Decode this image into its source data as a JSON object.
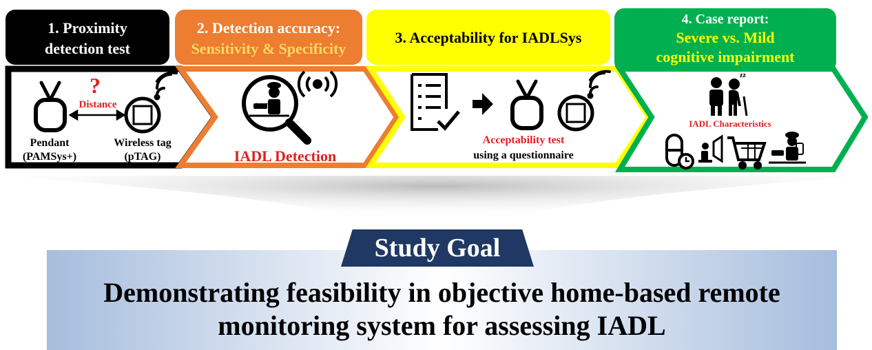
{
  "steps": [
    {
      "title_line1": "1. Proximity",
      "title_line2": "detection test",
      "title_line2_color": "#ffffff",
      "question_mark": "?",
      "distance_label": "Distance",
      "pendant_label_line1": "Pendant",
      "pendant_label_line2": "(PAMSys+)",
      "tag_label_line1": "Wireless tag",
      "tag_label_line2": "(pTAG)",
      "header_color": "#000000",
      "border_color": "#000000"
    },
    {
      "title_line1": "2. Detection accuracy:",
      "title_line2": "Sensitivity & Specificity",
      "title_line2_color": "#ffd966",
      "caption": "IADL Detection",
      "caption_color": "#e02020",
      "header_color": "#ed7d31",
      "border_color": "#ed7d31"
    },
    {
      "title_line1": "3. Acceptability for IADLSys",
      "caption_line1": "Acceptability test",
      "caption_line2": "using a questionnaire",
      "header_color": "#ffff00",
      "border_color": "#ffff00"
    },
    {
      "title_line1": "4. Case report:",
      "title_line2": "Severe vs. Mild",
      "title_line3": "cognitive impairment",
      "title_highlight_color": "#ffff00",
      "sublabel": "IADL Characteristics",
      "header_color": "#00b050",
      "border_color": "#00b050"
    }
  ],
  "goal": {
    "tab_label": "Study Goal",
    "line1": "Demonstrating feasibility in objective home-based remote",
    "line2": "monitoring system for assessing IADL",
    "tab_color": "#1f3864"
  },
  "colors": {
    "red": "#e02020",
    "dark": "#000000"
  },
  "icons": [
    "pendant-icon",
    "wireless-tag-icon",
    "wifi-icon",
    "magnifier-icon",
    "cook-icon",
    "broadcast-icon",
    "checklist-icon",
    "arrow-icon",
    "elderly-people-icon",
    "pill-clock-icon",
    "phone-call-icon",
    "shopping-cart-icon",
    "cooking-icon"
  ]
}
